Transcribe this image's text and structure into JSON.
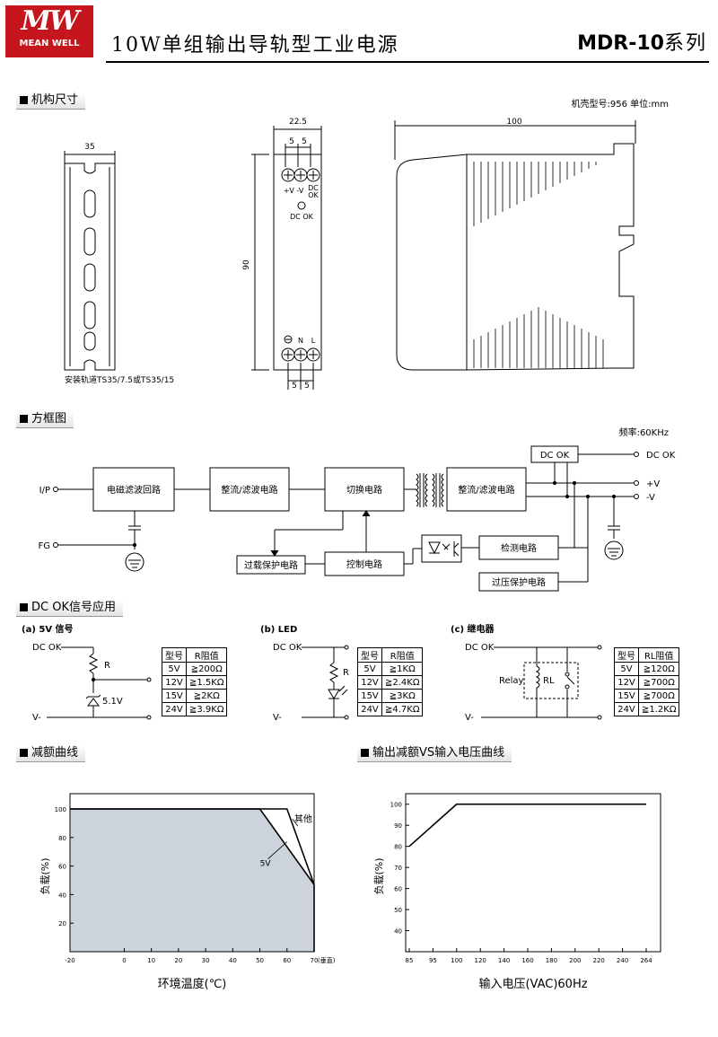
{
  "header": {
    "logo_text": "MEAN WELL",
    "title": "10W单组输出导轨型工业电源",
    "series_model": "MDR-10",
    "series_suffix": "系列"
  },
  "sections": {
    "mechanical": "机构尺寸",
    "block_diagram": "方框图",
    "dc_ok": "DC OK信号应用",
    "derating": "减额曲线",
    "output_vs_input": "输出减额VS输入电压曲线"
  },
  "mechanical": {
    "case_info": "机壳型号:956 单位:mm",
    "rail_width": "35",
    "rail_note": "安装轨道TS35/7.5或TS35/15",
    "front_width": "22.5",
    "pitch_top_1": "5",
    "pitch_top_2": "5",
    "pitch_bottom_1": "5",
    "pitch_bottom_2": "5",
    "height": "90",
    "depth": "100",
    "terminal_top_labels": "+V -V",
    "terminal_dc": "DC",
    "terminal_ok": "OK",
    "led_label": "DC OK",
    "terminal_n": "N",
    "terminal_l": "L"
  },
  "block": {
    "freq": "频率:60KHz",
    "ip": "I/P",
    "fg": "FG",
    "emi_filter": "电磁滤波回路",
    "rect1": "整流/滤波电路",
    "switching": "切换电路",
    "rect2": "整流/滤波电路",
    "dc_ok_box": "DC OK",
    "dc_ok_out": "DC OK",
    "plus_v": "+V",
    "minus_v": "-V",
    "detection": "检测电路",
    "ovp": "过压保护电路",
    "olp": "过载保护电路",
    "control": "控制电路"
  },
  "dcok": {
    "a_title": "(a) 5V 信号",
    "b_title": "(b) LED",
    "c_title": "(c) 继电器",
    "dc_ok": "DC OK",
    "v_minus": "V-",
    "r": "R",
    "zener": "5.1V",
    "relay": "Relay",
    "rl": "RL",
    "table_a": {
      "headers": [
        "型号",
        "R阻值"
      ],
      "rows": [
        [
          "5V",
          "≧200Ω"
        ],
        [
          "12V",
          "≧1.5KΩ"
        ],
        [
          "15V",
          "≧2KΩ"
        ],
        [
          "24V",
          "≧3.9KΩ"
        ]
      ]
    },
    "table_b": {
      "headers": [
        "型号",
        "R阻值"
      ],
      "rows": [
        [
          "5V",
          "≧1KΩ"
        ],
        [
          "12V",
          "≧2.4KΩ"
        ],
        [
          "15V",
          "≧3KΩ"
        ],
        [
          "24V",
          "≧4.7KΩ"
        ]
      ]
    },
    "table_c": {
      "headers": [
        "型号",
        "RL阻值"
      ],
      "rows": [
        [
          "5V",
          "≧120Ω"
        ],
        [
          "12V",
          "≧700Ω"
        ],
        [
          "15V",
          "≧700Ω"
        ],
        [
          "24V",
          "≧1.2KΩ"
        ]
      ]
    }
  },
  "chart_data": [
    {
      "type": "area",
      "xlabel": "环境温度(℃)",
      "ylabel": "负载(%)",
      "x_ticks": [
        "-20",
        "0",
        "10",
        "20",
        "30",
        "40",
        "50",
        "60",
        "70"
      ],
      "x_tick_values": [
        -20,
        0,
        10,
        20,
        30,
        40,
        50,
        60,
        70
      ],
      "y_ticks": [
        "20",
        "40",
        "60",
        "80",
        "100"
      ],
      "y_tick_values": [
        20,
        40,
        60,
        80,
        100
      ],
      "xlim": [
        -20,
        70
      ],
      "ylim": [
        0,
        100
      ],
      "axis_note": "(垂直)",
      "series": [
        {
          "name": "5V",
          "x": [
            -20,
            50,
            70,
            70
          ],
          "y": [
            100,
            100,
            47,
            0
          ]
        },
        {
          "name": "其他",
          "x": [
            -20,
            60,
            70
          ],
          "y": [
            100,
            100,
            47
          ]
        }
      ],
      "grid": false,
      "fill_color": "#ccd3da"
    },
    {
      "type": "line",
      "xlabel": "输入电压(VAC)60Hz",
      "ylabel": "负载(%)",
      "x_ticks": [
        "85",
        "95",
        "100",
        "120",
        "140",
        "160",
        "180",
        "200",
        "220",
        "240",
        "264"
      ],
      "y_ticks": [
        "40",
        "50",
        "60",
        "70",
        "80",
        "90",
        "100"
      ],
      "y_tick_values": [
        40,
        50,
        60,
        70,
        80,
        90,
        100
      ],
      "ylim": [
        30,
        105
      ],
      "series": [
        {
          "x": [
            85,
            100,
            264
          ],
          "y": [
            80,
            100,
            100
          ]
        }
      ],
      "grid": false
    }
  ]
}
